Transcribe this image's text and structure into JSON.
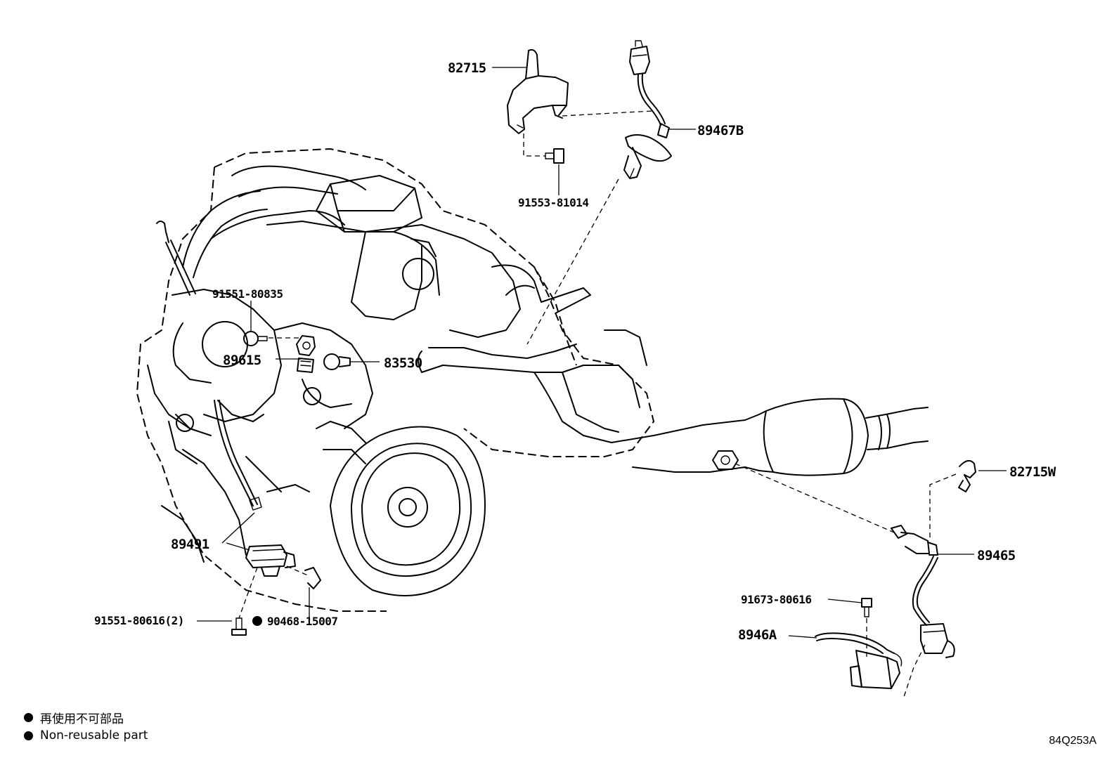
{
  "parts": {
    "p82715": "82715",
    "p89467B": "89467B",
    "p91553_81014": "91553-81014",
    "p91551_80835": "91551-80835",
    "p89615": "89615",
    "p83530": "83530",
    "p82715W": "82715W",
    "p89465": "89465",
    "p89491": "89491",
    "p91673_80616": "91673-80616",
    "p8946A": "8946A",
    "p91551_80616": "91551-80616(2)",
    "p90468_15007": "90468-15007"
  },
  "legend": {
    "japanese": "再使用不可部品",
    "english": "Non-reusable part"
  },
  "reference_code": "84Q253A"
}
